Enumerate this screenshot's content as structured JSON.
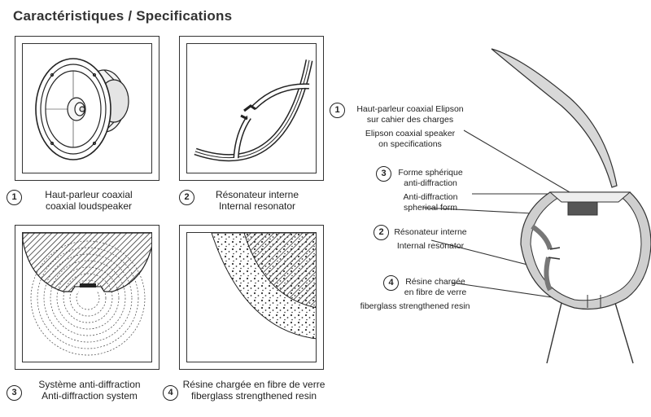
{
  "page": {
    "title": "Caractéristiques / Specifications"
  },
  "panels": [
    {
      "number": "1",
      "line_fr": "Haut-parleur coaxial",
      "line_en": "coaxial loudspeaker"
    },
    {
      "number": "2",
      "line_fr": "Résonateur interne",
      "line_en": "Internal resonator"
    },
    {
      "number": "3",
      "line_fr": "Système anti-diffraction",
      "line_en": "Anti-diffraction system"
    },
    {
      "number": "4",
      "line_fr": "Résine chargée en fibre de verre",
      "line_en": "fiberglass strengthened resin"
    }
  ],
  "diagram": {
    "callouts": [
      {
        "number": "1",
        "fr_1": "Haut-parleur coaxial Elipson",
        "fr_2": "sur cahier des charges",
        "en_1": "Elipson coaxial speaker",
        "en_2": "on specifications"
      },
      {
        "number": "3",
        "fr_1": "Forme sphérique",
        "fr_2": "anti-diffraction",
        "en_1": "Anti-diffraction",
        "en_2": "spherical form"
      },
      {
        "number": "2",
        "fr_1": "Résonateur interne",
        "fr_2": "",
        "en_1": "Internal resonator",
        "en_2": ""
      },
      {
        "number": "4",
        "fr_1": "Résine chargée",
        "fr_2": "en fibre de verre",
        "en_1": "fiberglass strengthened resin",
        "en_2": ""
      }
    ]
  },
  "colors": {
    "hatch": "#555555",
    "line": "#333333",
    "cabinet_fill": "#cfcfcf"
  }
}
